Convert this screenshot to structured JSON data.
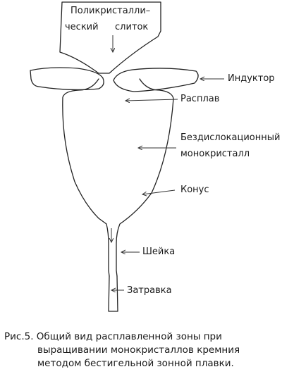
{
  "labels": {
    "ingot_line1": "Поликристалли–",
    "ingot_line2": "ческий",
    "ingot_line3": "слиток",
    "inductor": "Индуктор",
    "melt": "Расплав",
    "crystal_line1": "Бездислокационный",
    "crystal_line2": "монокристалл",
    "cone": "Конус",
    "neck": "Шейка",
    "seed": "Затравка"
  },
  "caption": {
    "line1": "Рис.5. Общий вид расплавленной зоны при",
    "line2": "выращивании монокристаллов кремния",
    "line3": "методом бестигельной зонной плавки."
  }
}
